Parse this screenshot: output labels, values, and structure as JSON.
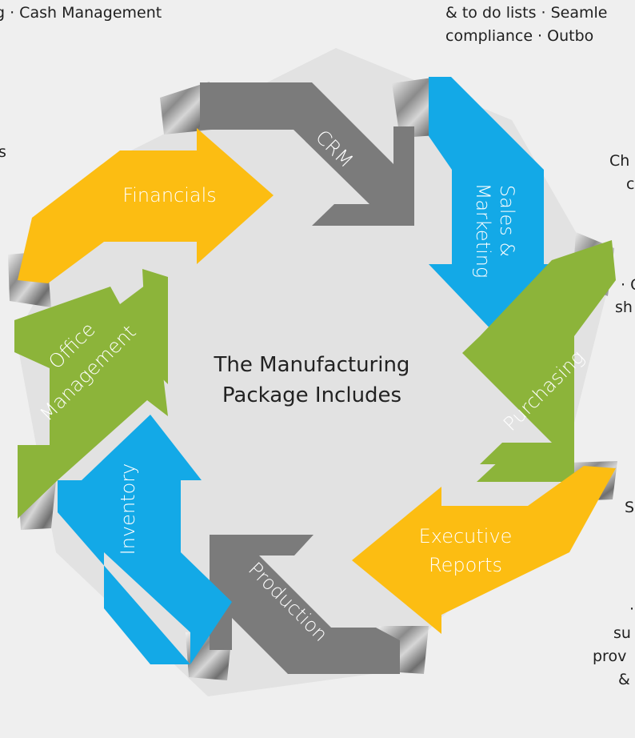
{
  "fragments": {
    "top_left": "g · Cash Management",
    "top_right_1": "& to do lists · Seamle",
    "top_right_2": "compliance · Outbo",
    "right_1a": "Ch",
    "right_1b": "c",
    "right_2a": "· C",
    "right_2b": "sh",
    "right_3": "S",
    "right_4a": "·",
    "right_4b": "su",
    "right_4c": "prov",
    "right_4d": "&",
    "left_1": "s"
  },
  "center": {
    "line1": "The Manufacturing",
    "line2": "Package Includes"
  },
  "segments": [
    {
      "label": "CRM",
      "color": "#7b7b7b"
    },
    {
      "line1": "Sales &",
      "line2": "Marketing",
      "color": "#13a9e7"
    },
    {
      "label": "Purchasing",
      "color": "#8cb43a"
    },
    {
      "line1": "Executive",
      "line2": "Reports",
      "color": "#fcbd12"
    },
    {
      "label": "Production",
      "color": "#7b7b7b"
    },
    {
      "label": "Inventory",
      "color": "#13a9e7"
    },
    {
      "line1": "Office",
      "line2": "Management",
      "color": "#8cb43a"
    },
    {
      "label": "Financials",
      "color": "#fcbd12"
    }
  ]
}
